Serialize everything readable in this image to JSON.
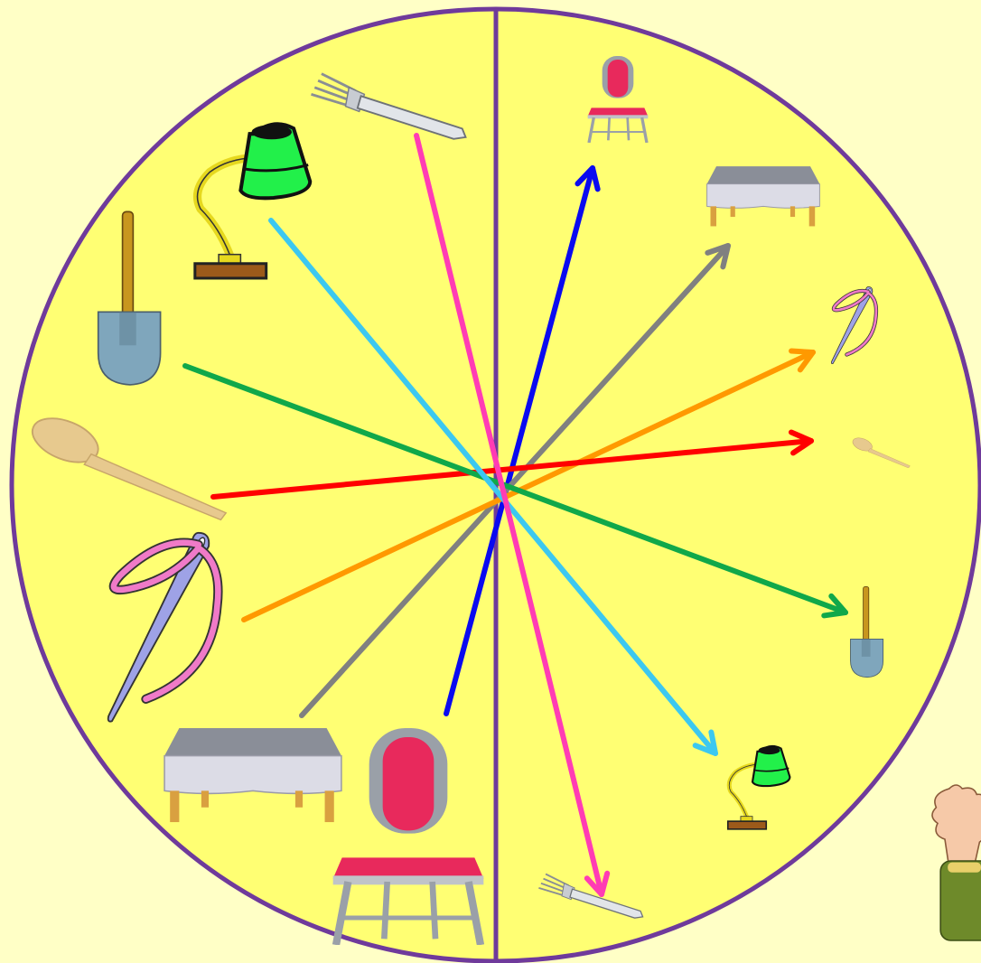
{
  "game": {
    "type": "matching-big-small",
    "board": {
      "fill": "#FFFF73",
      "outline": "#6F3A9B",
      "background": "#FFFFC6"
    },
    "large_items": [
      {
        "id": "fork",
        "icon": "fork-icon"
      },
      {
        "id": "lamp",
        "icon": "desk-lamp-icon"
      },
      {
        "id": "shovel",
        "icon": "shovel-icon"
      },
      {
        "id": "spoon",
        "icon": "wooden-spoon-icon"
      },
      {
        "id": "needle",
        "icon": "needle-thread-icon"
      },
      {
        "id": "table",
        "icon": "table-icon"
      },
      {
        "id": "chair",
        "icon": "chair-icon"
      }
    ],
    "small_items": [
      {
        "id": "chair",
        "icon": "chair-icon"
      },
      {
        "id": "table",
        "icon": "table-icon"
      },
      {
        "id": "needle",
        "icon": "needle-thread-icon"
      },
      {
        "id": "spoon",
        "icon": "wooden-spoon-icon"
      },
      {
        "id": "shovel",
        "icon": "shovel-icon"
      },
      {
        "id": "lamp",
        "icon": "desk-lamp-icon"
      },
      {
        "id": "fork",
        "icon": "fork-icon"
      }
    ],
    "matches": [
      {
        "item": "chair",
        "color": "#0A0AF0"
      },
      {
        "item": "table",
        "color": "#808080"
      },
      {
        "item": "needle",
        "color": "#FF9900"
      },
      {
        "item": "spoon",
        "color": "#FF0000"
      },
      {
        "item": "shovel",
        "color": "#10A84A"
      },
      {
        "item": "lamp",
        "color": "#3CC8F0"
      },
      {
        "item": "fork",
        "color": "#FF3CB4"
      }
    ]
  }
}
